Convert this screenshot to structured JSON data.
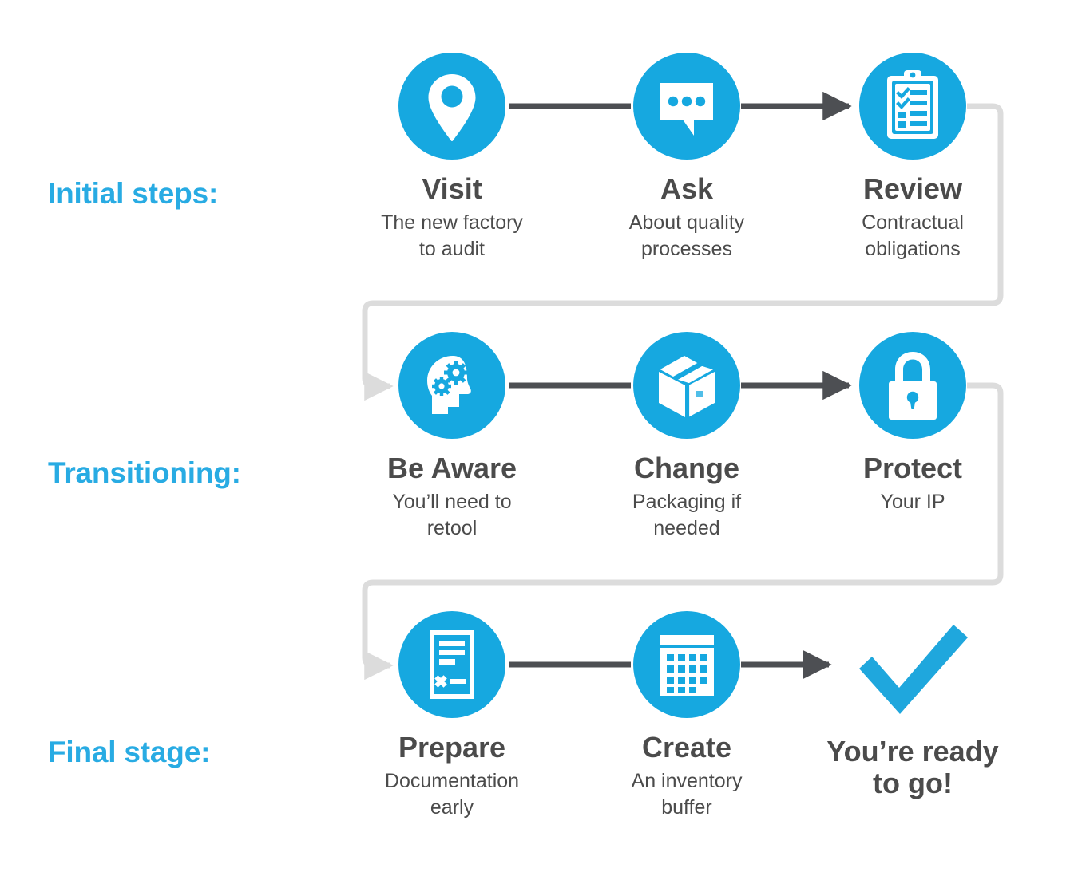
{
  "theme": {
    "accent_blue": "#16a8e0",
    "label_blue": "#28abe3",
    "arrow_gray": "#4d4f53",
    "connector_gray": "#dcdcdc",
    "text_gray": "#4b4b4b",
    "background": "#ffffff"
  },
  "rows": [
    {
      "stage_label": "Initial steps:",
      "steps": [
        {
          "icon": "location-pin-icon",
          "title": "Visit",
          "subtitle": "The new factory to audit"
        },
        {
          "icon": "speech-bubble-icon",
          "title": "Ask",
          "subtitle": "About quality processes"
        },
        {
          "icon": "clipboard-checklist-icon",
          "title": "Review",
          "subtitle": "Contractual obligations"
        }
      ]
    },
    {
      "stage_label": "Transitioning:",
      "steps": [
        {
          "icon": "head-gears-icon",
          "title": "Be Aware",
          "subtitle": "You’ll need to retool"
        },
        {
          "icon": "package-box-icon",
          "title": "Change",
          "subtitle": "Packaging if needed"
        },
        {
          "icon": "padlock-icon",
          "title": "Protect",
          "subtitle": "Your IP"
        }
      ]
    },
    {
      "stage_label": "Final stage:",
      "steps": [
        {
          "icon": "document-signature-icon",
          "title": "Prepare",
          "subtitle": "Documentation early"
        },
        {
          "icon": "calendar-icon",
          "title": "Create",
          "subtitle": "An inventory buffer"
        }
      ],
      "final": {
        "icon": "checkmark-icon",
        "title": "You’re ready to go!"
      }
    }
  ],
  "subtitle_lines": {
    "visit": [
      "The new factory",
      "to audit"
    ],
    "ask": [
      "About quality",
      "processes"
    ],
    "review": [
      "Contractual",
      "obligations"
    ],
    "beaware": [
      "You’ll need to",
      "retool"
    ],
    "change": [
      "Packaging if",
      "needed"
    ],
    "protect": [
      "Your IP"
    ],
    "prepare": [
      "Documentation",
      "early"
    ],
    "create": [
      "An inventory",
      "buffer"
    ],
    "final": [
      "You’re ready",
      "to go!"
    ]
  }
}
